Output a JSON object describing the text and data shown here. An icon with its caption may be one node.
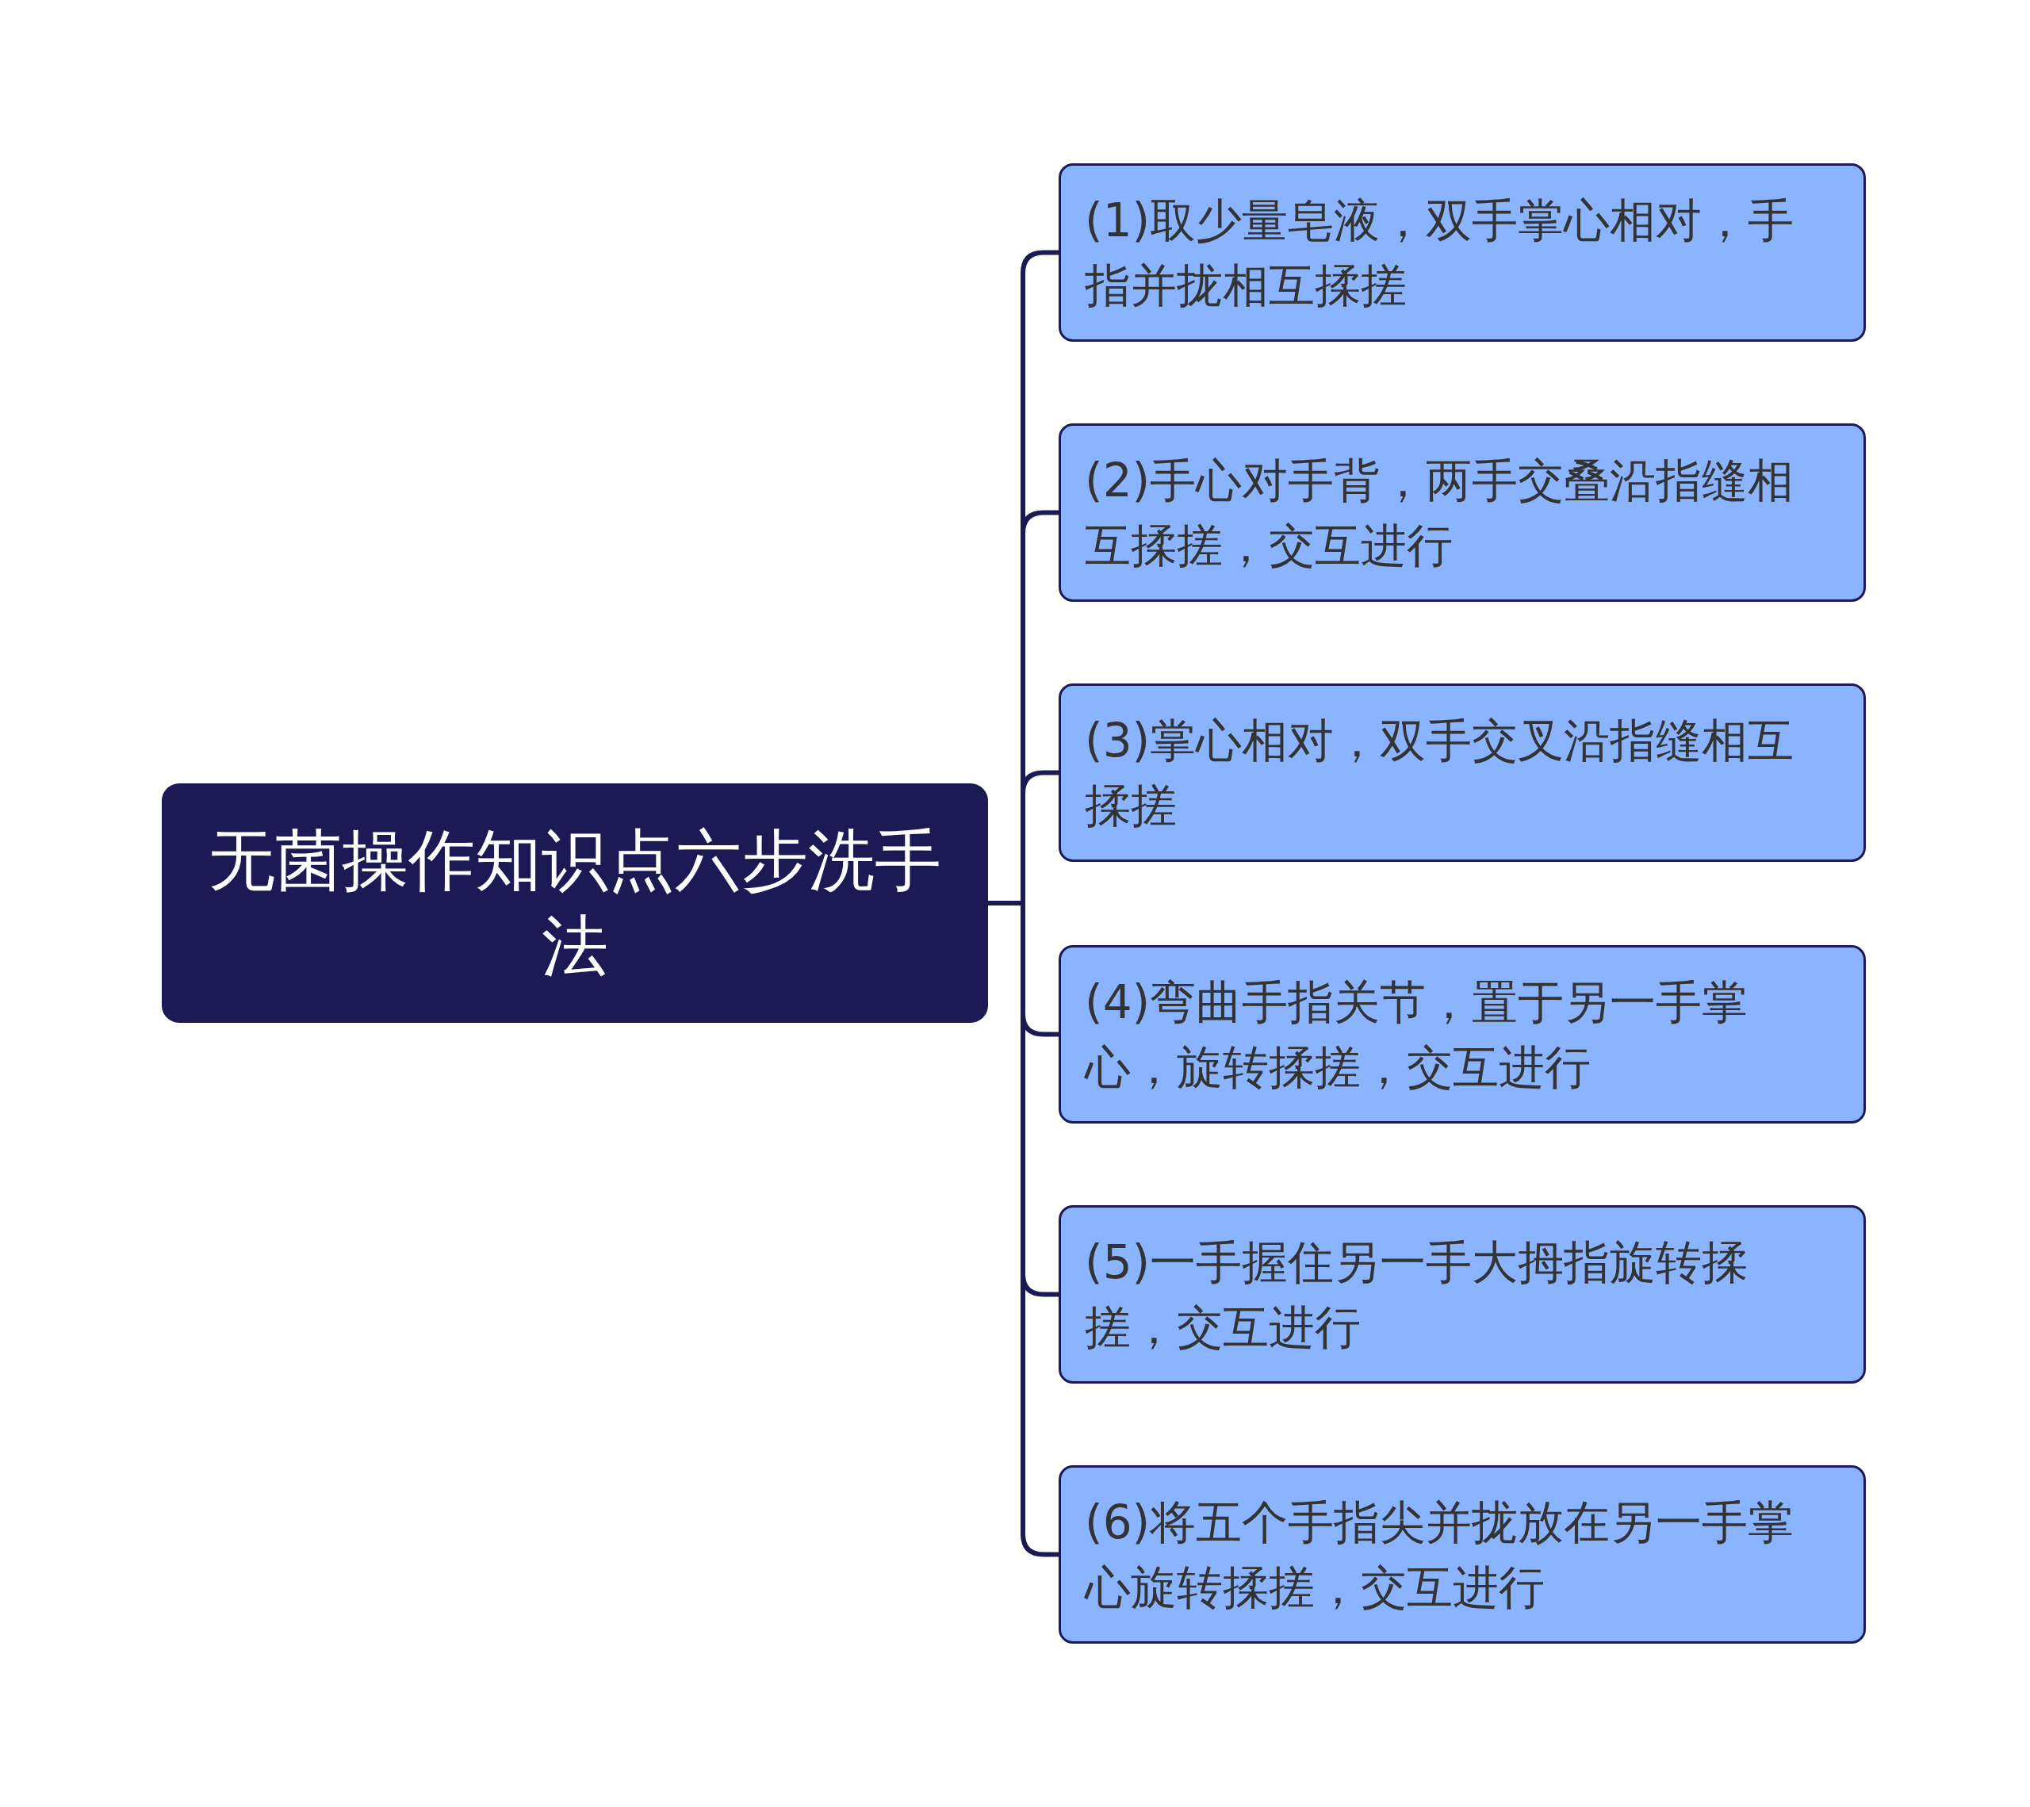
{
  "diagram": {
    "nodes": [
      {
        "text": [
          "无菌操作知识点六步洗手法"
        ]
      },
      {
        "text": [
          "(1)取少量皂液，双手掌心相对，手指并拢相互揉搓"
        ]
      },
      {
        "text": [
          "(2)手心对手背，两手交叠沿指缝相互揉搓，交互进行"
        ]
      },
      {
        "text": [
          "(3)掌心相对，双手交叉沿指缝相互揉搓"
        ]
      },
      {
        "text": [
          "(4)弯曲手指关节，置于另一手掌心，旋转揉搓，交互进行"
        ]
      },
      {
        "text": [
          "(5)一手握住另一手大拇指旋转揉搓，交互进行"
        ]
      },
      {
        "text": [
          "(6)将五个手指尖并拢放在另一手掌心旋转揉搓，交互进行"
        ]
      }
    ],
    "edges": [
      {
        "from": 0,
        "to": 1,
        "arrow": "none"
      },
      {
        "from": 0,
        "to": 2,
        "arrow": "none"
      },
      {
        "from": 0,
        "to": 3,
        "arrow": "none"
      },
      {
        "from": 0,
        "to": 4,
        "arrow": "none"
      },
      {
        "from": 0,
        "to": 5,
        "arrow": "none"
      },
      {
        "from": 0,
        "to": 6,
        "arrow": "none"
      }
    ]
  }
}
